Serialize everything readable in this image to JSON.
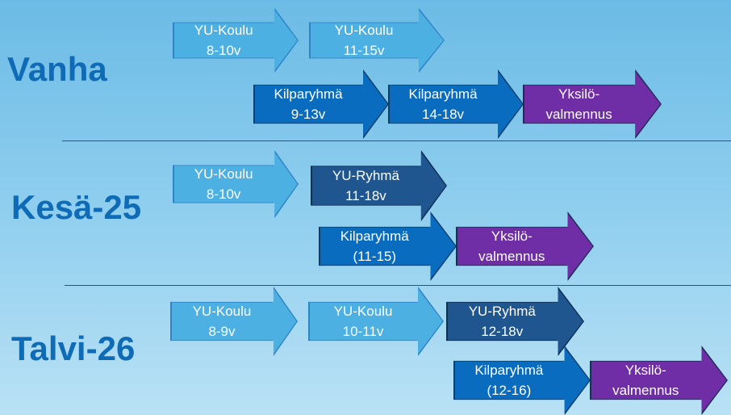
{
  "sections": {
    "vanha": {
      "title": "Vanha",
      "arrows": [
        {
          "line1": "YU-Koulu",
          "line2": "8-10v"
        },
        {
          "line1": "YU-Koulu",
          "line2": "11-15v"
        },
        {
          "line1": "Kilparyhmä",
          "line2": "9-13v"
        },
        {
          "line1": "Kilparyhmä",
          "line2": "14-18v"
        },
        {
          "line1": "Yksilö-",
          "line2": "valmennus"
        }
      ]
    },
    "kesa25": {
      "title": "Kesä-25",
      "arrows": [
        {
          "line1": "YU-Koulu",
          "line2": "8-10v"
        },
        {
          "line1": "YU-Ryhmä",
          "line2": "11-18v"
        },
        {
          "line1": "Kilparyhmä",
          "line2": "(11-15)"
        },
        {
          "line1": "Yksilö-",
          "line2": "valmennus"
        }
      ]
    },
    "talvi26": {
      "title": "Talvi-26",
      "arrows": [
        {
          "line1": "YU-Koulu",
          "line2": "8-9v"
        },
        {
          "line1": "YU-Koulu",
          "line2": "10-11v"
        },
        {
          "line1": "YU-Ryhmä",
          "line2": "12-18v"
        },
        {
          "line1": "Kilparyhmä",
          "line2": "(12-16)"
        },
        {
          "line1": "Yksilö-",
          "line2": "valmennus"
        }
      ]
    }
  },
  "colors": {
    "title": "#0f6bb5",
    "yu_koulu": "#4cb0e3",
    "kilparyhma": "#0a6cbf",
    "yu_ryhma": "#20568f",
    "yksilovalmennus": "#6f2da6"
  }
}
